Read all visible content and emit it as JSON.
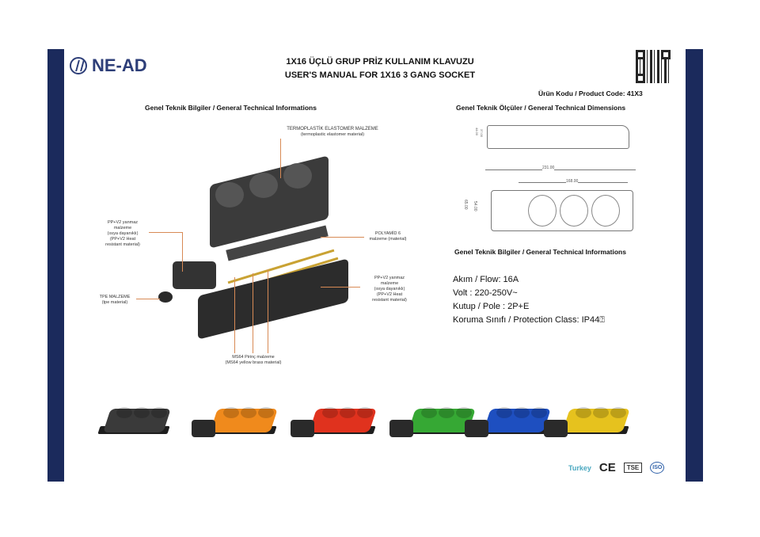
{
  "header": {
    "brand": "NE-AD",
    "title_tr": "1X16 ÜÇLÜ GRUP PRİZ KULLANIM KLAVUZU",
    "title_en": "USER'S MANUAL FOR 1X16 3 GANG SOCKET",
    "product_code": "Ürün Kodu / Product Code: 41X3"
  },
  "left_section": {
    "heading": "Genel Teknik Bilgiler / General Technical Informations",
    "labels": {
      "tpe_top_1": "TERMOPLASTİK ELASTOMER MALZEME",
      "tpe_top_2": "(termoplastic elastomer material)",
      "pp_left": [
        "PP+V2 yanmaz",
        "malzeme",
        "(ısıya dayanıklı)",
        "(PP+V2 Heat",
        "resistant material)"
      ],
      "polyamid_1": "POLYAMİD 6",
      "polyamid_2": "malzeme (material)",
      "pp_right": [
        "PP+V2 yanmaz",
        "malzeme",
        "(ısıya dayanıklı)",
        "(PP+V2 Heat",
        "resistant material)"
      ],
      "tpe_1": "TPE MALZEME",
      "tpe_2": "(tpe material)",
      "brass_1": "MS64 Pirinç malzeme",
      "brass_2": "(MS64 yellow brass material)"
    }
  },
  "right_section": {
    "dimensions_heading": "Genel Teknik Ölçüler / General Technical Dimensions",
    "dims": {
      "side_1": "44.00",
      "side_2": "37.00",
      "total_length": "231.00",
      "socket_span": "168.00",
      "width_outer": "65.00",
      "width_inner": "54.00"
    },
    "info_heading": "Genel Teknik Bilgiler / General Technical Informations",
    "specs": [
      "Akım / Flow: 16A",
      "Volt : 220-250V~",
      "Kutup / Pole : 2P+E",
      "Koruma Sınıfı / Protection Class: IP44⍰"
    ]
  },
  "variants": [
    {
      "color": "#3a3a3a"
    },
    {
      "color": "#f08a1c"
    },
    {
      "color": "#e0321e"
    },
    {
      "color": "#36a834"
    },
    {
      "color": "#1e4fc0"
    },
    {
      "color": "#e6c21e"
    }
  ],
  "certifications": {
    "turkey": "Turkey",
    "ce": "CE",
    "tse": "TSE",
    "iso": "ISO"
  },
  "colors": {
    "navy": "#1b2a5c",
    "brand": "#2d3e78"
  }
}
